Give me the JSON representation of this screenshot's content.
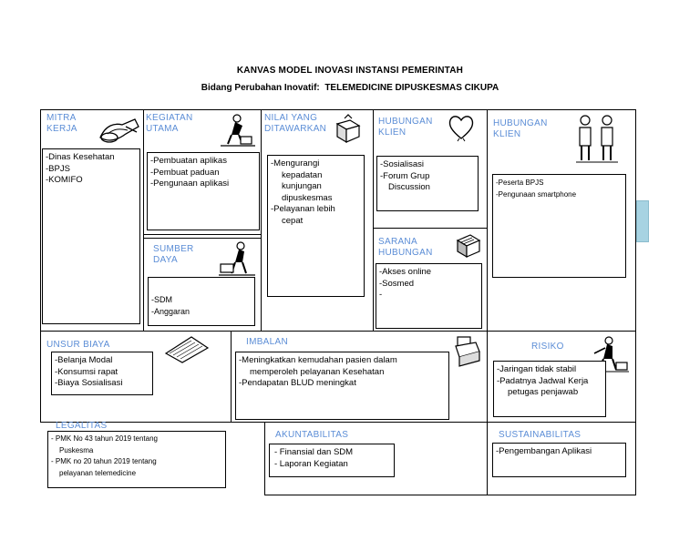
{
  "title": "KANVAS MODEL INOVASI INSTANSI PEMERINTAH",
  "subtitle_label": "Bidang Perubahan Inovatif:",
  "subtitle_value": "TELEMEDICINE DIPUSKESMAS CIKUPA",
  "sections": {
    "mitra_kerja": {
      "header": [
        "MITRA",
        "KERJA"
      ],
      "items": [
        "-Dinas Kesehatan",
        "-BPJS",
        "-KOMIFO"
      ]
    },
    "kegiatan_utama": {
      "header": [
        "KEGIATAN",
        "UTAMA"
      ],
      "items": [
        "-Pembuatan aplikas",
        "-Pembuat paduan",
        "-Pengunaan aplikasi"
      ]
    },
    "sumber_daya": {
      "header": [
        "SUMBER",
        "DAYA"
      ],
      "items": [
        "-SDM",
        "-Anggaran"
      ]
    },
    "nilai_yang_ditawarkan": {
      "header": [
        "NILAI YANG",
        "DITAWARKAN"
      ],
      "items": [
        "-Mengurangi",
        "kepadatan",
        "kunjungan",
        "dipuskesmas",
        "-Pelayanan lebih",
        "cepat"
      ]
    },
    "hubungan_klien_1": {
      "header": [
        "HUBUNGAN",
        "KLIEN"
      ],
      "items": [
        "-Sosialisasi",
        "-Forum Grup",
        "Discussion"
      ]
    },
    "sarana_hubungan": {
      "header": [
        "SARANA",
        "HUBUNGAN"
      ],
      "items": [
        "-Akses online",
        "-Sosmed",
        "-"
      ]
    },
    "hubungan_klien_2": {
      "header": [
        "HUBUNGAN",
        "KLIEN"
      ],
      "items": [
        "-Peserta BPJS",
        "-Pengunaan smartphone"
      ]
    },
    "unsur_biaya": {
      "header": "UNSUR BIAYA",
      "items": [
        "-Belanja Modal",
        "-Konsumsi rapat",
        "-Biaya Sosialisasi"
      ]
    },
    "imbalan": {
      "header": "IMBALAN",
      "items": [
        "-Meningkatkan kemudahan pasien dalam",
        "memperoleh pelayanan Kesehatan",
        "-Pendapatan BLUD meningkat"
      ]
    },
    "risiko": {
      "header": "RISIKO",
      "items": [
        "-Jaringan tidak stabil",
        "-Padatnya Jadwal Kerja",
        "petugas penjawab"
      ]
    },
    "legalitas": {
      "header": "LEGALITAS",
      "items": [
        "- PMK No 43 tahun 2019 tentang",
        "Puskesma",
        "- PMK no 20 tahun 2019 tentang",
        "pelayanan telemedicine"
      ]
    },
    "akuntabilitas": {
      "header": "AKUNTABILITAS",
      "items": [
        "-  Finansial dan SDM",
        "-  Laporan Kegiatan"
      ]
    },
    "sustainabilitas": {
      "header": "SUSTAINABILITAS",
      "items": [
        "-Pengembangan Aplikasi"
      ]
    }
  },
  "colors": {
    "header": "#5b8dd6",
    "tab": "#a7d3e2"
  },
  "icons": [
    "handshake-icon",
    "worker-icon",
    "gift-box-icon",
    "heart-icon",
    "people-icon",
    "machine-icon",
    "papers-icon",
    "cash-register-icon",
    "pointing-person-icon"
  ]
}
